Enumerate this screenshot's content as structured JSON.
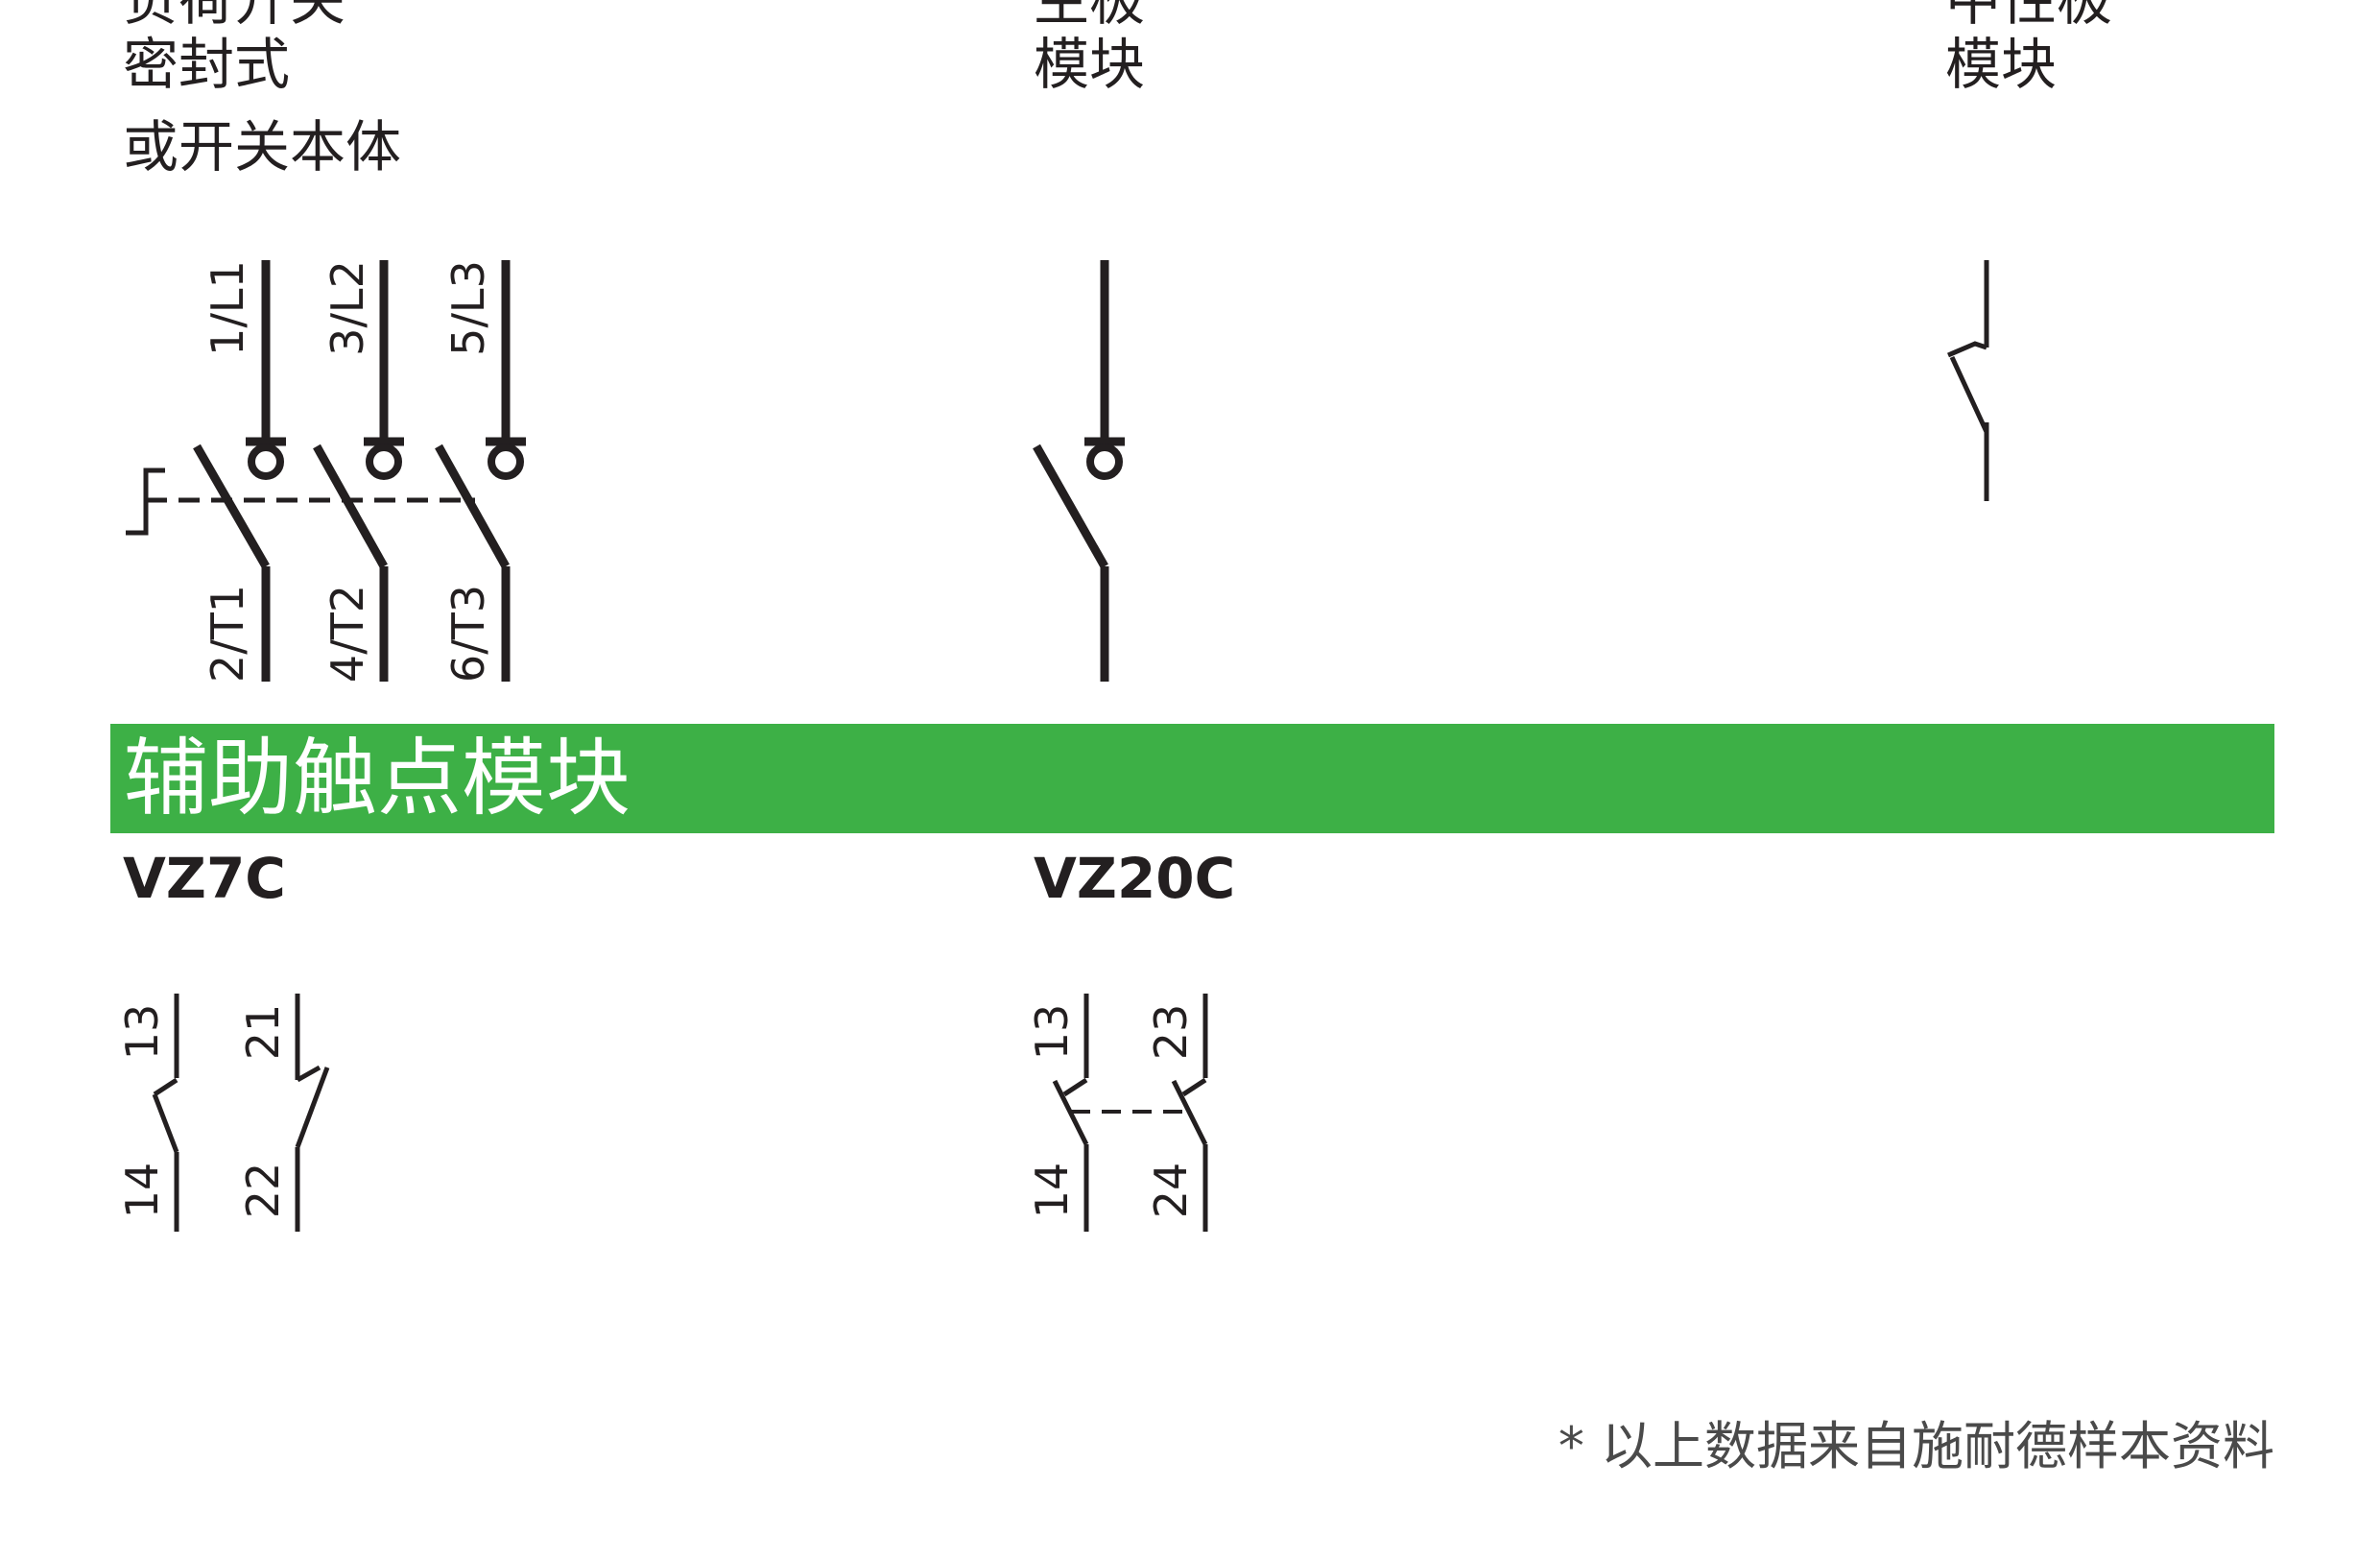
{
  "headers": {
    "col1": {
      "line0": "负荷开关",
      "line1": "密封式",
      "line2": "或开关本体"
    },
    "col2": {
      "line0": "主极",
      "line1": "模块"
    },
    "col3": {
      "line0": "中性极",
      "line1": "模块"
    }
  },
  "main_terminals": {
    "top": [
      "1/L1",
      "3/L2",
      "5/L3"
    ],
    "bottom": [
      "2/T1",
      "4/T2",
      "6/T3"
    ]
  },
  "section_title": "辅助触点模块",
  "aux_modules": [
    {
      "model": "VZ7C",
      "terminals": [
        "13",
        "14",
        "21",
        "22"
      ]
    },
    {
      "model": "VZ20C",
      "terminals": [
        "13",
        "14",
        "23",
        "24"
      ]
    }
  ],
  "footnote": "* 以上数据来自施耐德样本资料",
  "colors": {
    "section_bar": "#3db046",
    "line": "#231f20"
  }
}
